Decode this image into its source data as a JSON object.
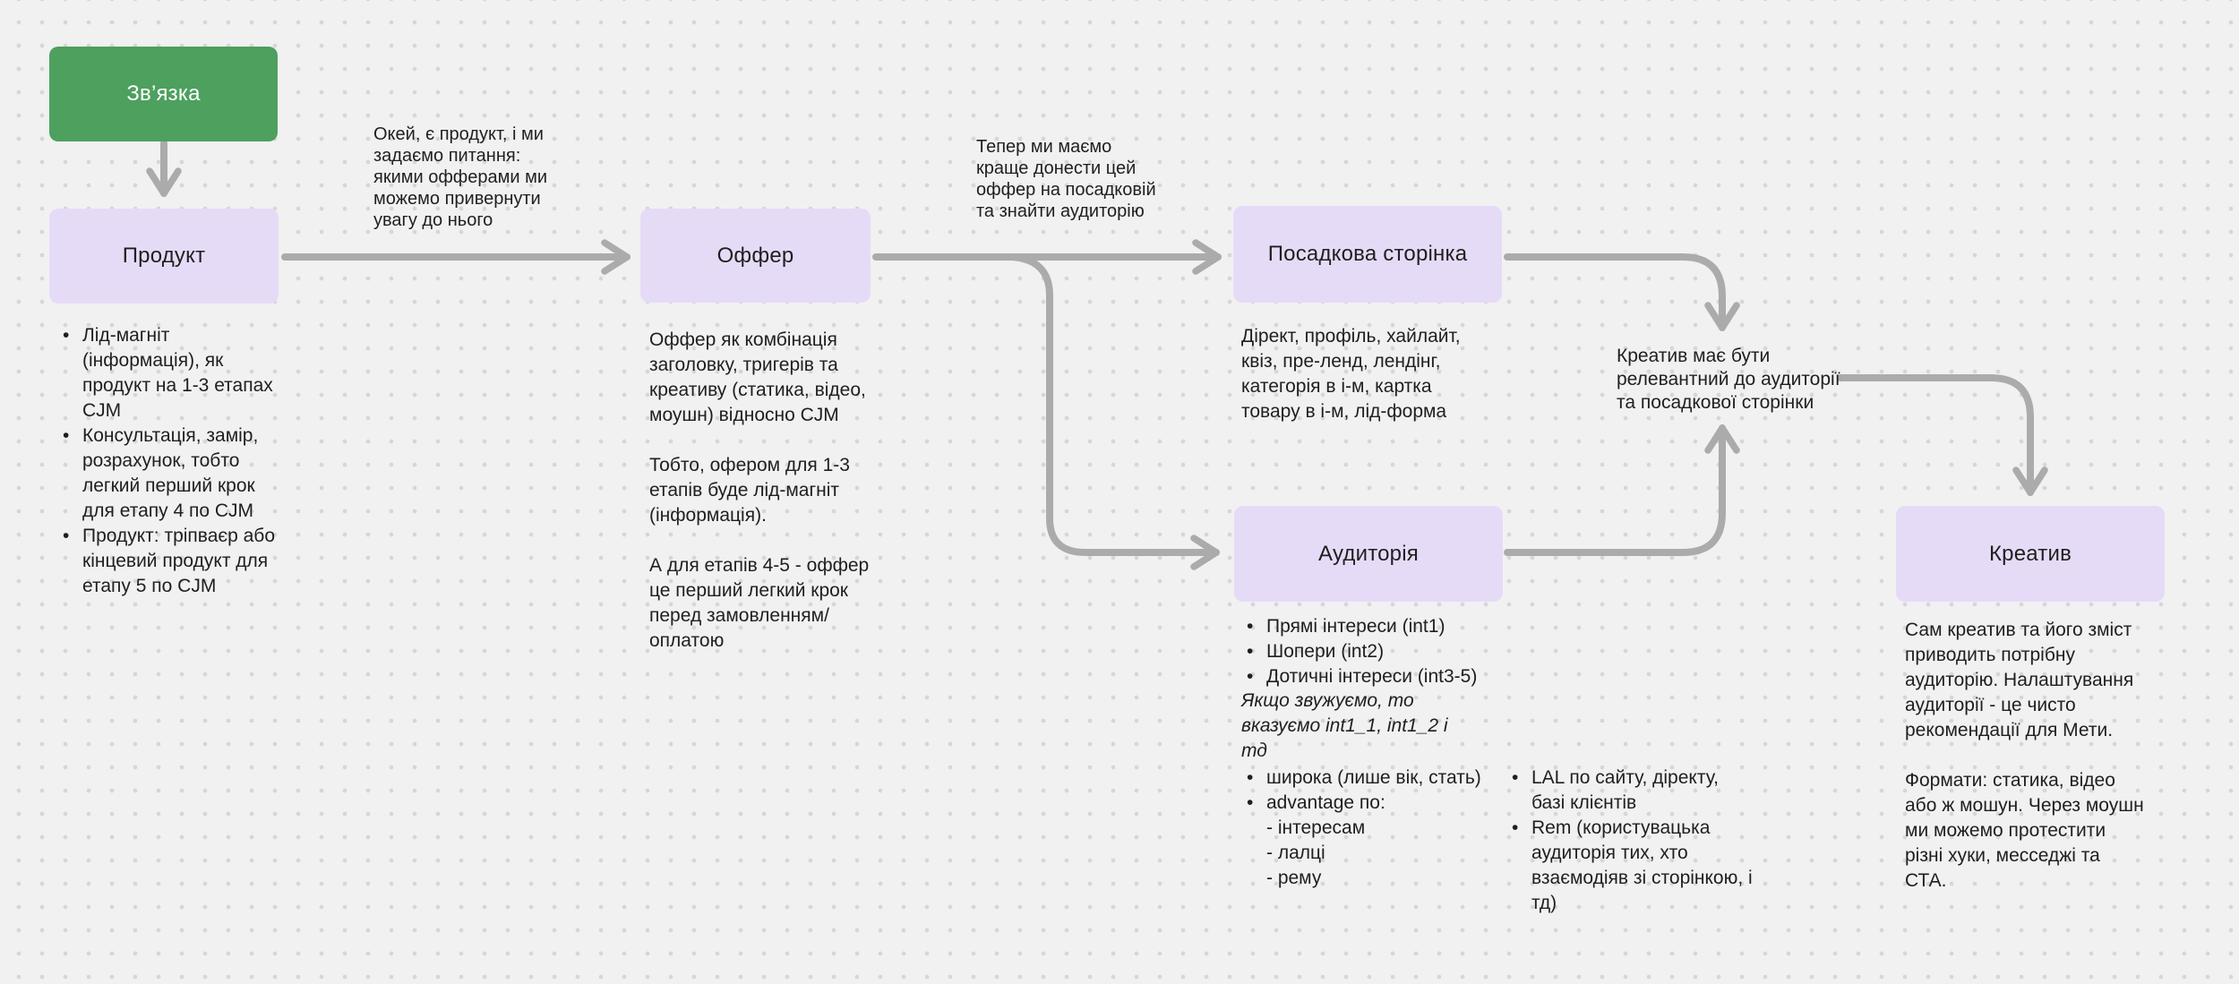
{
  "colors": {
    "background": "#f1f1f2",
    "dot_grid": "#d6d6d6",
    "node_green": "#4da05e",
    "node_purple": "#e6dbf7",
    "connector": "#ababab",
    "text": "#1f1f1f"
  },
  "nodes": {
    "start": {
      "label": "Зв’язка"
    },
    "product": {
      "label": "Продукт"
    },
    "offer": {
      "label": "Оффер"
    },
    "landing": {
      "label": "Посадкова сторінка"
    },
    "audience": {
      "label": "Аудиторія"
    },
    "creative": {
      "label": "Креатив"
    }
  },
  "annotations": {
    "offer_question": "Окей, є продукт, і ми задаємо питання: якими офферами ми можемо привернути увагу до нього",
    "landing_intro": "Тепер ми маємо краще донести цей оффер на посадковій та знайти аудиторію",
    "creative_relevance": "Креатив має бути релевантний до аудиторії та посадкової сторінки"
  },
  "lists": {
    "product_bullets": [
      "Лід-магніт (інформація), як продукт на 1-3 етапах CJM",
      "Консультація, замір, розрахунок, тобто легкий перший крок для етапу 4 по CJM",
      "Продукт: тріпваєр або кінцевий продукт для етапу 5 по CJM"
    ],
    "offer_paragraphs": [
      "Оффер як комбінація заголовку, тригерів та креативу (статика, відео, моушн) відносно CJM",
      "Тобто, офером для 1-3 етапів буде лід-магніт (інформація).",
      "А для етапів 4-5 - оффер це перший легкий крок перед замовленням/оплатою"
    ],
    "landing_text": "Дірект, профіль, хайлайт, квіз, пре-ленд, лендінг, категорія в і-м, картка товару в і-м, лід-форма",
    "audience_bullets": [
      "Прямі інтереси (int1)",
      "Шопери (int2)",
      "Дотичні інтереси (int3-5)"
    ],
    "audience_italic": "Якщо звужуємо, то вказуємо int1_1, int1_2 і тд",
    "audience_left_bullets": [
      "широка (лише вік, стать)",
      "advantage по:"
    ],
    "audience_left_subs": [
      "- інтересам",
      "- лалці",
      "- рему"
    ],
    "audience_right_bullets": [
      "LAL по сайту, діректу, базі клієнтів",
      "Rem (користувацька аудиторія тих, хто взаємодіяв зі сторінкою, і тд)"
    ],
    "creative_paragraphs": [
      "Сам креатив та його зміст приводить потрібну аудиторію. Налаштування аудиторії - це чисто рекомендації для Мети.",
      "Формати: статика, відео або ж мошун. Через моушн ми можемо протестити різні хуки, месседжі та СТА."
    ]
  }
}
